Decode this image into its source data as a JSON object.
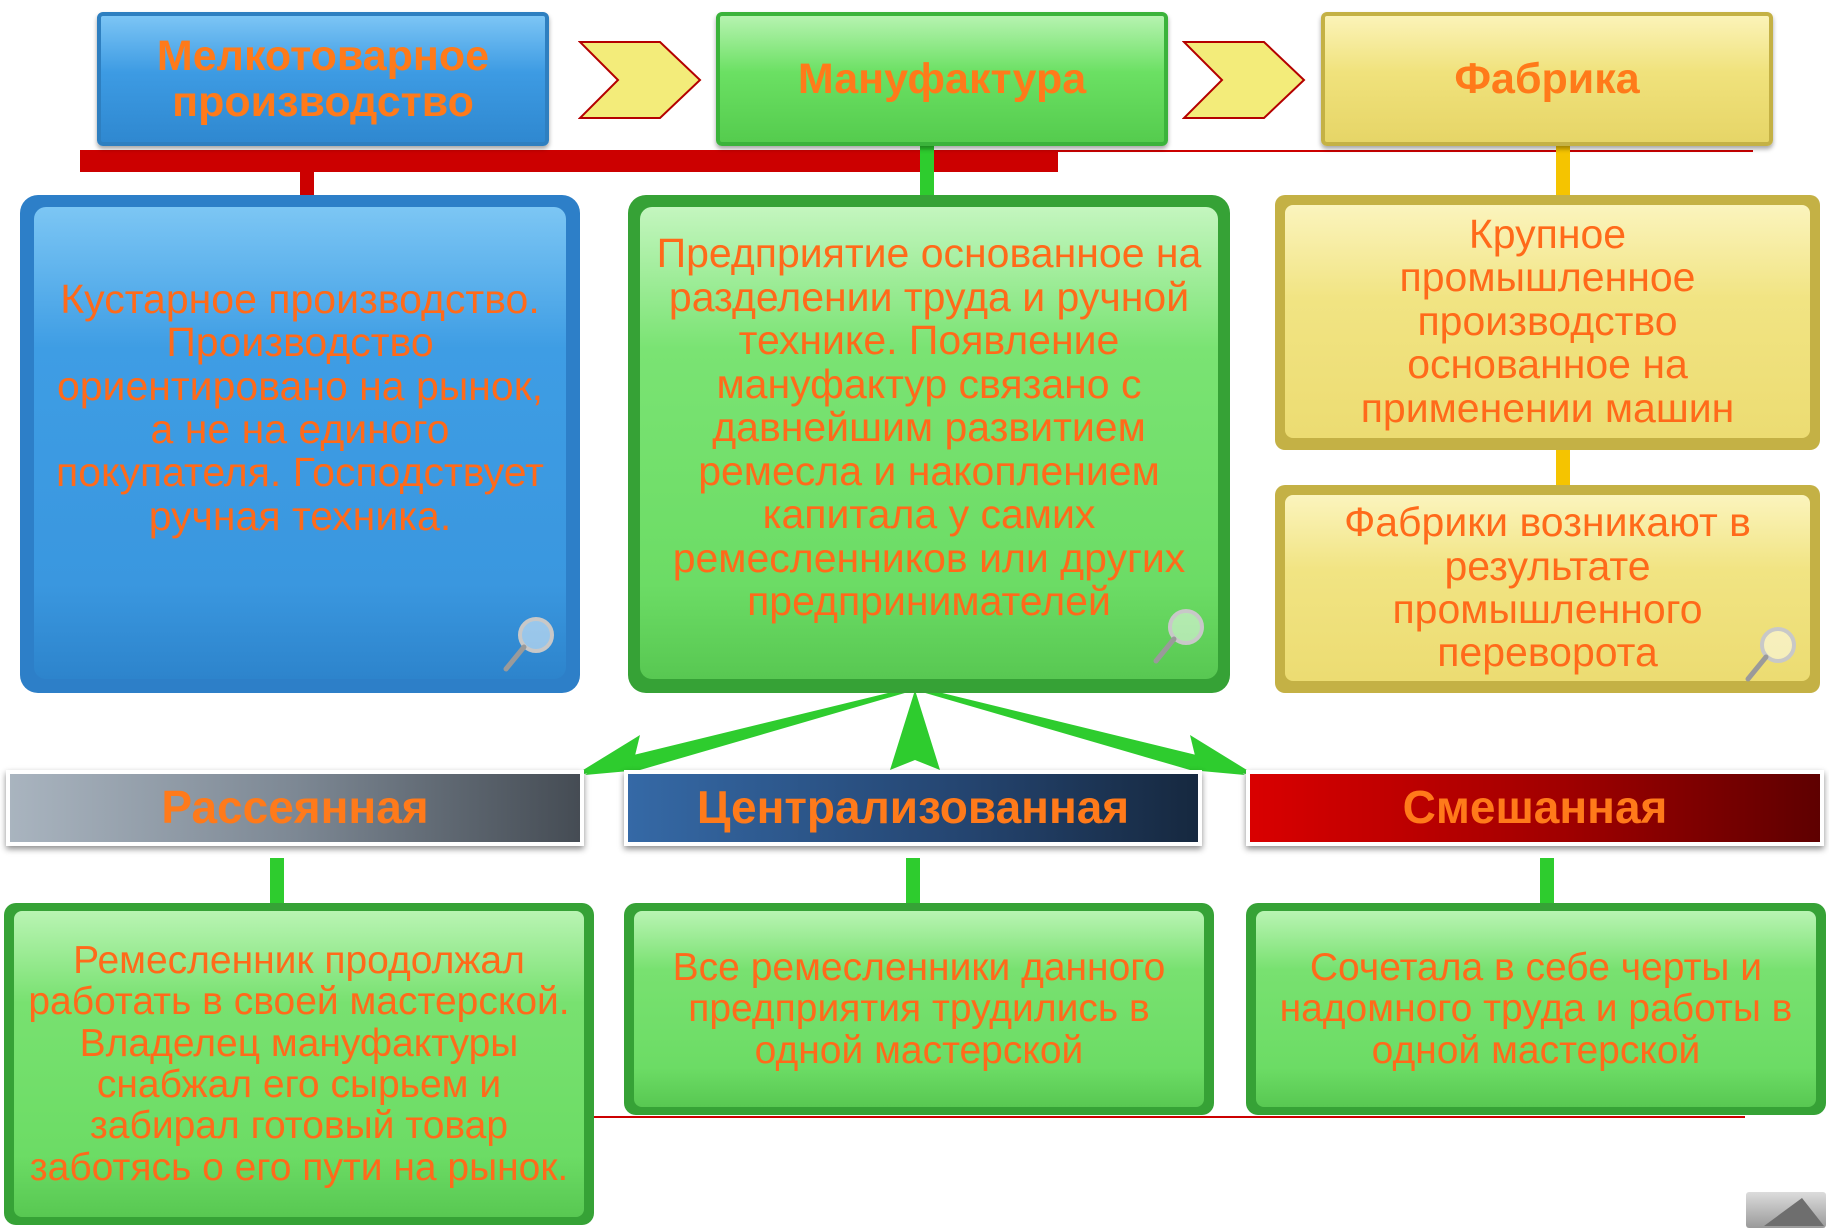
{
  "top": {
    "small": "Мелкотоварное производство",
    "manufactory": "Мануфактура",
    "factory": "Фабрика"
  },
  "cards": {
    "small_desc": "Кустарное производство. Производство ориентировано на рынок, а не на единого покупателя. Господствует ручная техника.",
    "manufactory_desc": "Предприятие основанное на разделении труда и ручной технике. Появление мануфактур связано с давнейшим развитием ремесла и накоплением капитала у самих ремесленников или других предпринимателей",
    "factory_desc1": "Крупное промышленное производство основанное на применении машин",
    "factory_desc2": "Фабрики возникают в результате промышленного переворота"
  },
  "types": {
    "dispersed": "Рассеянная",
    "centralized": "Централизованная",
    "mixed": "Смешанная"
  },
  "type_desc": {
    "dispersed": "Ремесленник продолжал работать в своей мастерской. Владелец мануфактуры снабжал его сырьем и забирал готовый товар заботясь о его пути на рынок.",
    "centralized": "Все ремесленники данного предприятия трудились в одной мастерской",
    "mixed": "Сочетала в себе черты и надомного труда и работы в одной мастерской"
  },
  "colors": {
    "blue": "#3d9be3",
    "green": "#5fd35a",
    "yellow": "#efe17a",
    "red_bar": "#cc0000",
    "text_orange": "#ff6a1a"
  },
  "icons": [
    "chevron-arrow-icon",
    "magnifier-icon",
    "up-triangle-icon"
  ]
}
